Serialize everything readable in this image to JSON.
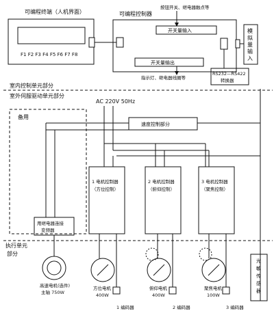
{
  "terminal": {
    "title": "可编程终端（人机界面）",
    "fkeys": "F1 F2 F3 F4 F5 F6 F7 F8"
  },
  "plc": {
    "title": "可编程控制器",
    "switch_in": "开关量输入",
    "switch_out": "开关量输出",
    "note_top": "按钮开关、继电器触点等",
    "note_bottom": "指示灯、继电器线圈等"
  },
  "analog_in": "模拟量输入",
  "rs232": {
    "line1": "RS232—RS422",
    "line2": "转换器"
  },
  "sections": {
    "indoor": "室内控制单元部分",
    "outdoor": "室外伺服驱动单元部分",
    "exec_line1": "执行单元",
    "exec_line2": "部分"
  },
  "power": "AC 220V 50Hz",
  "speed_ctrl": "速度控制部分",
  "spare": {
    "label": "备用",
    "box_line1": "用继电器连接",
    "box_line2": "变频器"
  },
  "controllers": [
    {
      "line1": "1 电机控制器",
      "line2": "（方位控制）"
    },
    {
      "line1": "2 电机控制器",
      "line2": "（俯仰控制）"
    },
    {
      "line1": "3 电机控制器",
      "line2": "（聚焦控制）"
    }
  ],
  "motors": [
    {
      "line1": "高速电机(选件)",
      "line2": "主轴 750W"
    },
    {
      "line1": "方位电机",
      "line2": "400W"
    },
    {
      "line1": "俯仰电机",
      "line2": "400W"
    },
    {
      "line1": "聚焦电机",
      "line2": "100W"
    }
  ],
  "encoders": [
    "1 编码器",
    "2 编码器",
    "3 编码器"
  ],
  "photo_sensor": "光敏传感器"
}
